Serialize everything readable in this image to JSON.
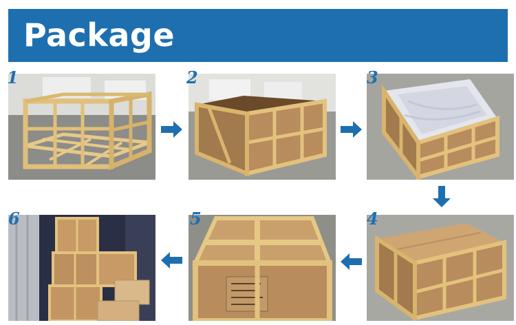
{
  "header": {
    "title": "Package"
  },
  "steps": [
    {
      "number": "1",
      "stage": "wooden-frame"
    },
    {
      "number": "2",
      "stage": "carton-in-frame"
    },
    {
      "number": "3",
      "stage": "plastic-lining"
    },
    {
      "number": "4",
      "stage": "lid-closed"
    },
    {
      "number": "5",
      "stage": "crate-sealed"
    },
    {
      "number": "6",
      "stage": "container-loading"
    }
  ],
  "colors": {
    "banner": "#1e6fb0",
    "arrow": "#1e6fb0",
    "wood": "#e3c27e",
    "carton": "#b88c5c"
  },
  "icons": [
    "arrow-right-icon",
    "arrow-down-icon",
    "arrow-left-icon"
  ]
}
